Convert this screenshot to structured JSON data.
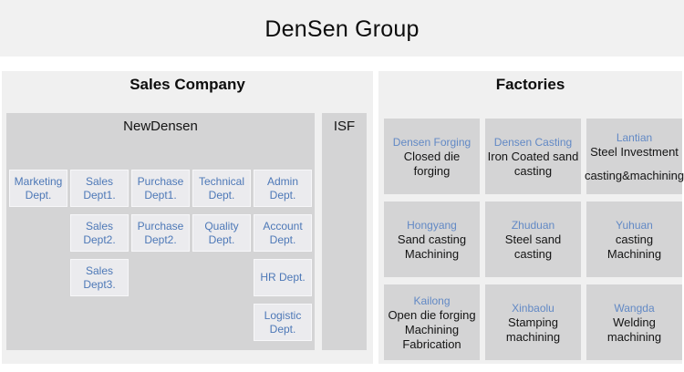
{
  "title": "DenSen Group",
  "sales_company": {
    "heading": "Sales Company",
    "parent": "NewDensen",
    "isf": "ISF",
    "departments": [
      {
        "label": "Marketing Dept."
      },
      {
        "label": "Sales Dept1."
      },
      {
        "label": "Purchase Dept1."
      },
      {
        "label": "Technical Dept."
      },
      {
        "label": "Admin Dept."
      },
      {
        "label": "Sales Dept2."
      },
      {
        "label": "Purchase Dept2."
      },
      {
        "label": "Quality Dept."
      },
      {
        "label": "Account Dept."
      },
      {
        "label": "Sales Dept3."
      },
      {
        "label": "HR Dept."
      },
      {
        "label": "Logistic Dept."
      }
    ]
  },
  "factories": {
    "heading": "Factories",
    "items": [
      {
        "name": "Densen Forging",
        "lines": [
          "Closed die forging"
        ]
      },
      {
        "name": "Densen Casting",
        "lines": [
          "Iron Coated sand casting"
        ]
      },
      {
        "name": "Lantian",
        "lines": [
          "Steel Investment",
          "casting&machining"
        ]
      },
      {
        "name": "Hongyang",
        "lines": [
          "Sand casting",
          "Machining"
        ]
      },
      {
        "name": "Zhuduan",
        "lines": [
          "Steel sand casting"
        ]
      },
      {
        "name": "Yuhuan",
        "lines": [
          "casting",
          "Machining"
        ]
      },
      {
        "name": "Kailong",
        "lines": [
          "Open die forging",
          "Machining",
          "Fabrication"
        ]
      },
      {
        "name": "Xinbaolu",
        "lines": [
          "Stamping",
          "machining"
        ]
      },
      {
        "name": "Wangda",
        "lines": [
          "Welding",
          "machining"
        ]
      }
    ]
  },
  "colors": {
    "banner_bg": "#f1f1f1",
    "panel_bg": "#f0f0f0",
    "container_bg": "#d4d4d5",
    "dept_box_bg": "#ebebee",
    "dept_text_blue": "#4d78b7",
    "factory_name_blue": "#6289c5",
    "dark_text": "#141414"
  }
}
